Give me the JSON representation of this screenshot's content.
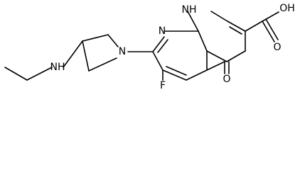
{
  "molecule": {
    "atom_labels": {
      "ring_nh": "NH",
      "pyridine_n": "N",
      "pyrrolidine_n": "N",
      "amine_nh": "NH",
      "carbonyl_o": "O",
      "acid_oh": "OH",
      "acid_o": "O",
      "fluorine": "F"
    }
  }
}
